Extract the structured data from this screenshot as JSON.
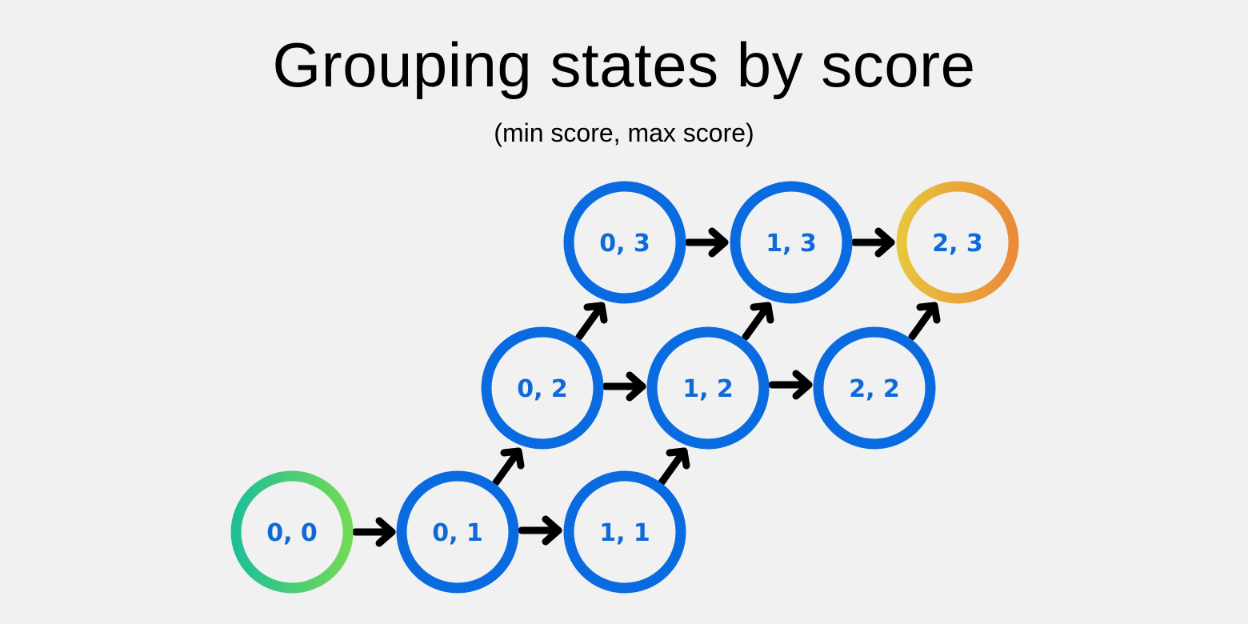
{
  "title": "Grouping states by score",
  "subtitle": "(min score, max score)",
  "colors": {
    "background": "#f1f1f1",
    "node_ring": "#0a6be0",
    "node_text": "#0f6ad8",
    "arrow": "#000000",
    "start_gradient": [
      "#1fbf96",
      "#72d957"
    ],
    "end_gradient": [
      "#e8c53a",
      "#ea8a3a"
    ]
  },
  "nodes": [
    {
      "id": "0,0",
      "label": "0, 0",
      "type": "start"
    },
    {
      "id": "0,1",
      "label": "0, 1",
      "type": "normal"
    },
    {
      "id": "1,1",
      "label": "1, 1",
      "type": "normal"
    },
    {
      "id": "0,2",
      "label": "0, 2",
      "type": "normal"
    },
    {
      "id": "1,2",
      "label": "1, 2",
      "type": "normal"
    },
    {
      "id": "2,2",
      "label": "2, 2",
      "type": "normal"
    },
    {
      "id": "0,3",
      "label": "0, 3",
      "type": "normal"
    },
    {
      "id": "1,3",
      "label": "1, 3",
      "type": "normal"
    },
    {
      "id": "2,3",
      "label": "2, 3",
      "type": "end"
    }
  ],
  "edges": [
    {
      "from": "0,0",
      "to": "0,1"
    },
    {
      "from": "0,1",
      "to": "1,1"
    },
    {
      "from": "0,1",
      "to": "0,2"
    },
    {
      "from": "1,1",
      "to": "1,2"
    },
    {
      "from": "0,2",
      "to": "1,2"
    },
    {
      "from": "0,2",
      "to": "0,3"
    },
    {
      "from": "1,2",
      "to": "2,2"
    },
    {
      "from": "1,2",
      "to": "1,3"
    },
    {
      "from": "2,2",
      "to": "2,3"
    },
    {
      "from": "0,3",
      "to": "1,3"
    },
    {
      "from": "1,3",
      "to": "2,3"
    }
  ]
}
